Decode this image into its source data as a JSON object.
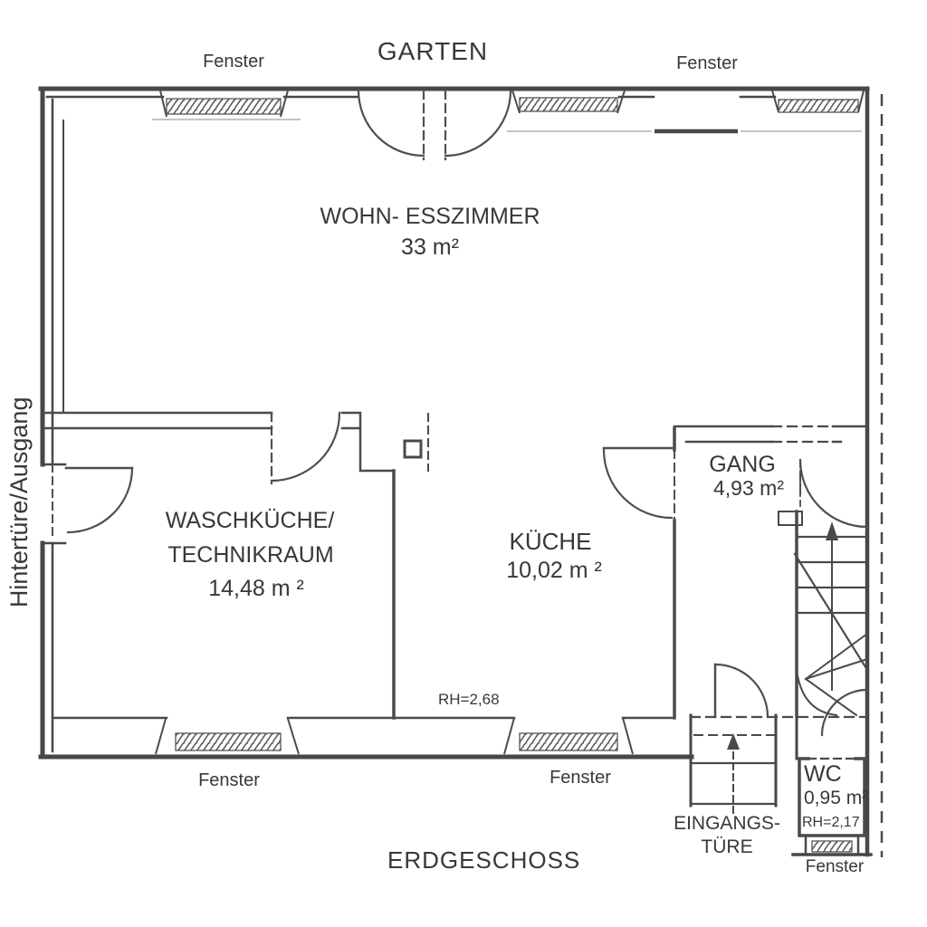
{
  "plan": {
    "title": "ERDGESCHOSS",
    "garden_label": "GARTEN",
    "back_door_label": "Hintertüre/Ausgang",
    "entrance_door_label_line1": "EINGANGS-",
    "entrance_door_label_line2": "TÜRE"
  },
  "rooms": {
    "wohn_esszimmer": {
      "name": "WOHN- ESSZIMMER",
      "area": "33 m²"
    },
    "waschkueche": {
      "name_line1": "WASCHKÜCHE/",
      "name_line2": "TECHNIKRAUM",
      "area": "14,48 m ²"
    },
    "kueche": {
      "name": "KÜCHE",
      "area": "10,02 m ²",
      "room_height": "RH=2,68"
    },
    "gang": {
      "name": "GANG",
      "area": "4,93 m²"
    },
    "wc": {
      "name": "WC",
      "area": "0,95 m²",
      "room_height": "RH=2,17"
    }
  },
  "windows": {
    "top_left": "Fenster",
    "top_right": "Fenster",
    "bottom_left": "Fenster",
    "bottom_middle": "Fenster",
    "wc": "Fenster"
  },
  "colors": {
    "wall_line": "#474747",
    "detail_line": "#4a4a4a",
    "sill_line": "#b0b0b0",
    "background": "#ffffff",
    "text": "#383838"
  }
}
